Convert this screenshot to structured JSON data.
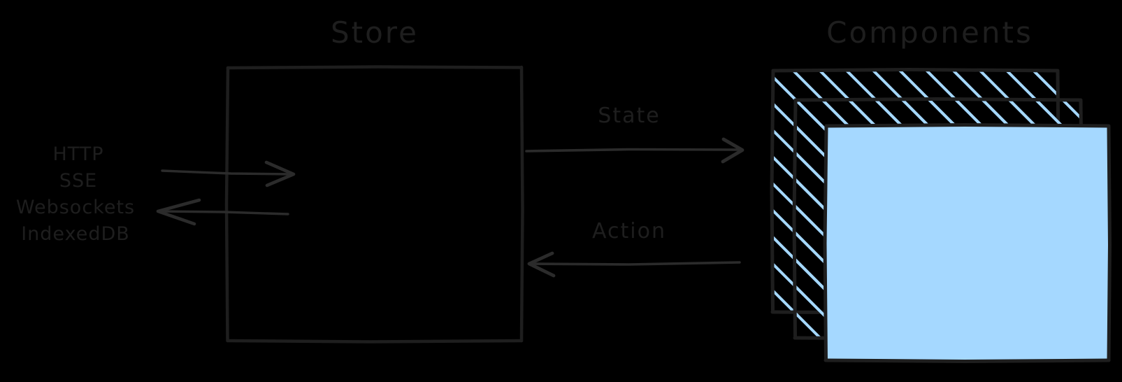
{
  "diagram": {
    "title_store": "Store",
    "title_components": "Components",
    "arrow_labels": {
      "state": "State",
      "action": "Action"
    },
    "sources": [
      "HTTP",
      "SSE",
      "Websockets",
      "IndexedDB"
    ],
    "colors": {
      "stroke": "#1e1e1e",
      "text": "#1e1e1e",
      "component_fill": "#a5d8ff",
      "hatch": "#a5d8ff",
      "background": "#000000"
    }
  }
}
